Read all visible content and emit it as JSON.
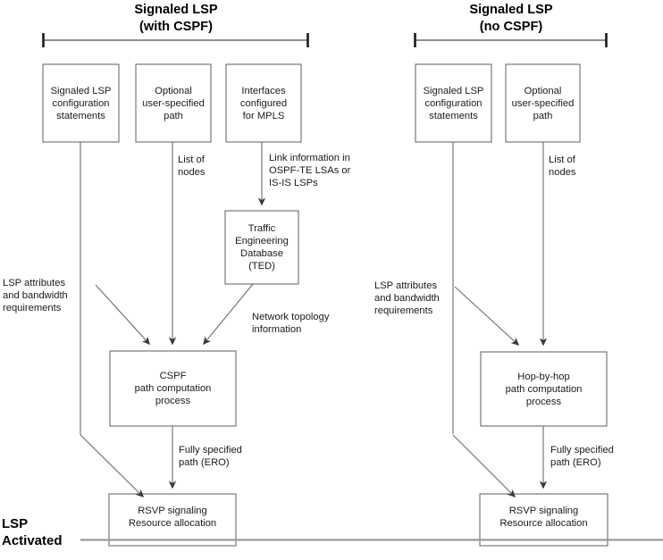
{
  "diagram": {
    "title_left": "Signaled LSP\n(with CSPF)",
    "title_right": "Signaled LSP\n(no CSPF)",
    "activated_label": "LSP\nActivated",
    "colors": {
      "stroke": "#6b6b6b",
      "arrow": "#555555",
      "text": "#1a1a1a",
      "background": "#ffffff",
      "baseline": "#9a9a9a"
    }
  },
  "left_panel": {
    "boxes": {
      "config": "Signaled LSP\nconfiguration\nstatements",
      "userpath": "Optional\nuser-specified\npath",
      "interfaces": "Interfaces\nconfigured\nfor MPLS",
      "ted": "Traffic\nEngineering\nDatabase\n(TED)",
      "compute": "CSPF\npath computation\nprocess",
      "rsvp": "RSVP signaling\nResource allocation"
    },
    "edge_labels": {
      "list_of_nodes": "List of\nnodes",
      "link_info": "Link information in\nOSPF-TE LSAs or\nIS-IS LSPs",
      "lsp_attributes": "LSP attributes\nand bandwidth\nrequirements",
      "network_topology": "Network topology\ninformation",
      "fully_specified": "Fully specified\npath (ERO)"
    }
  },
  "right_panel": {
    "boxes": {
      "config": "Signaled LSP\nconfiguration\nstatements",
      "userpath": "Optional\nuser-specified\npath",
      "compute": "Hop-by-hop\npath computation\nprocess",
      "rsvp": "RSVP signaling\nResource allocation"
    },
    "edge_labels": {
      "list_of_nodes": "List of\nnodes",
      "lsp_attributes": "LSP attributes\nand bandwidth\nrequirements",
      "fully_specified": "Fully specified\npath (ERO)"
    }
  }
}
